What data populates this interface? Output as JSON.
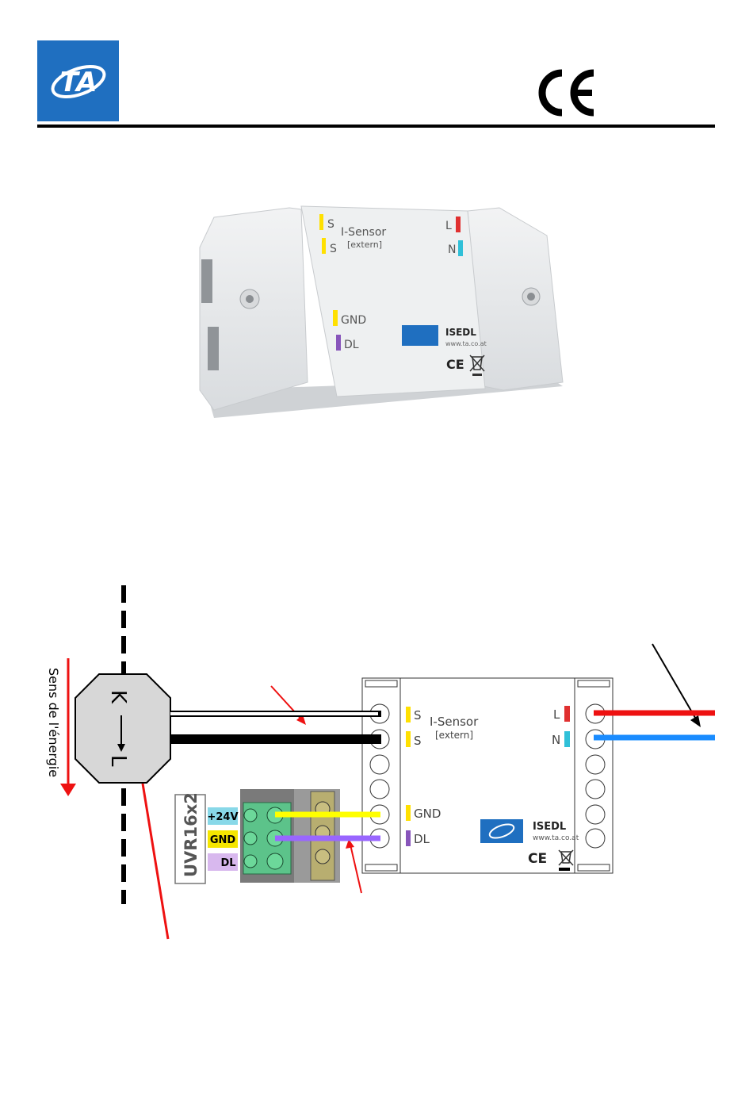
{
  "header": {
    "logo_text": "TA",
    "ce_mark": "CE"
  },
  "photo": {
    "labels": {
      "s1": "S",
      "s2": "S",
      "sensor": "I-Sensor",
      "extern": "[extern]",
      "l": "L",
      "n": "N",
      "gnd": "GND",
      "dl": "DL",
      "brand": "ISEDL",
      "url": "www.ta.co.at",
      "ce": "CE"
    }
  },
  "diagram": {
    "energy_direction": "Sens de l'énergie",
    "k_label": "K",
    "l_label": "L",
    "device": {
      "s1": "S",
      "s2": "S",
      "sensor": "I-Sensor",
      "extern": "[extern]",
      "l": "L",
      "n": "N",
      "gnd": "GND",
      "dl": "DL",
      "brand": "ISEDL",
      "url": "www.ta.co.at",
      "ce": "CE"
    },
    "uvr": {
      "name": "UVR16x2",
      "pins": [
        "+24V",
        "GND",
        "DL"
      ]
    },
    "colors": {
      "red": "#ee1111",
      "blue": "#1a8cff",
      "yellow": "#ffff00",
      "purple": "#9966ff",
      "s_marker": "#ffe000",
      "dl_marker": "#8855bb",
      "l_marker": "#e03030",
      "n_marker": "#30c0d8"
    }
  }
}
